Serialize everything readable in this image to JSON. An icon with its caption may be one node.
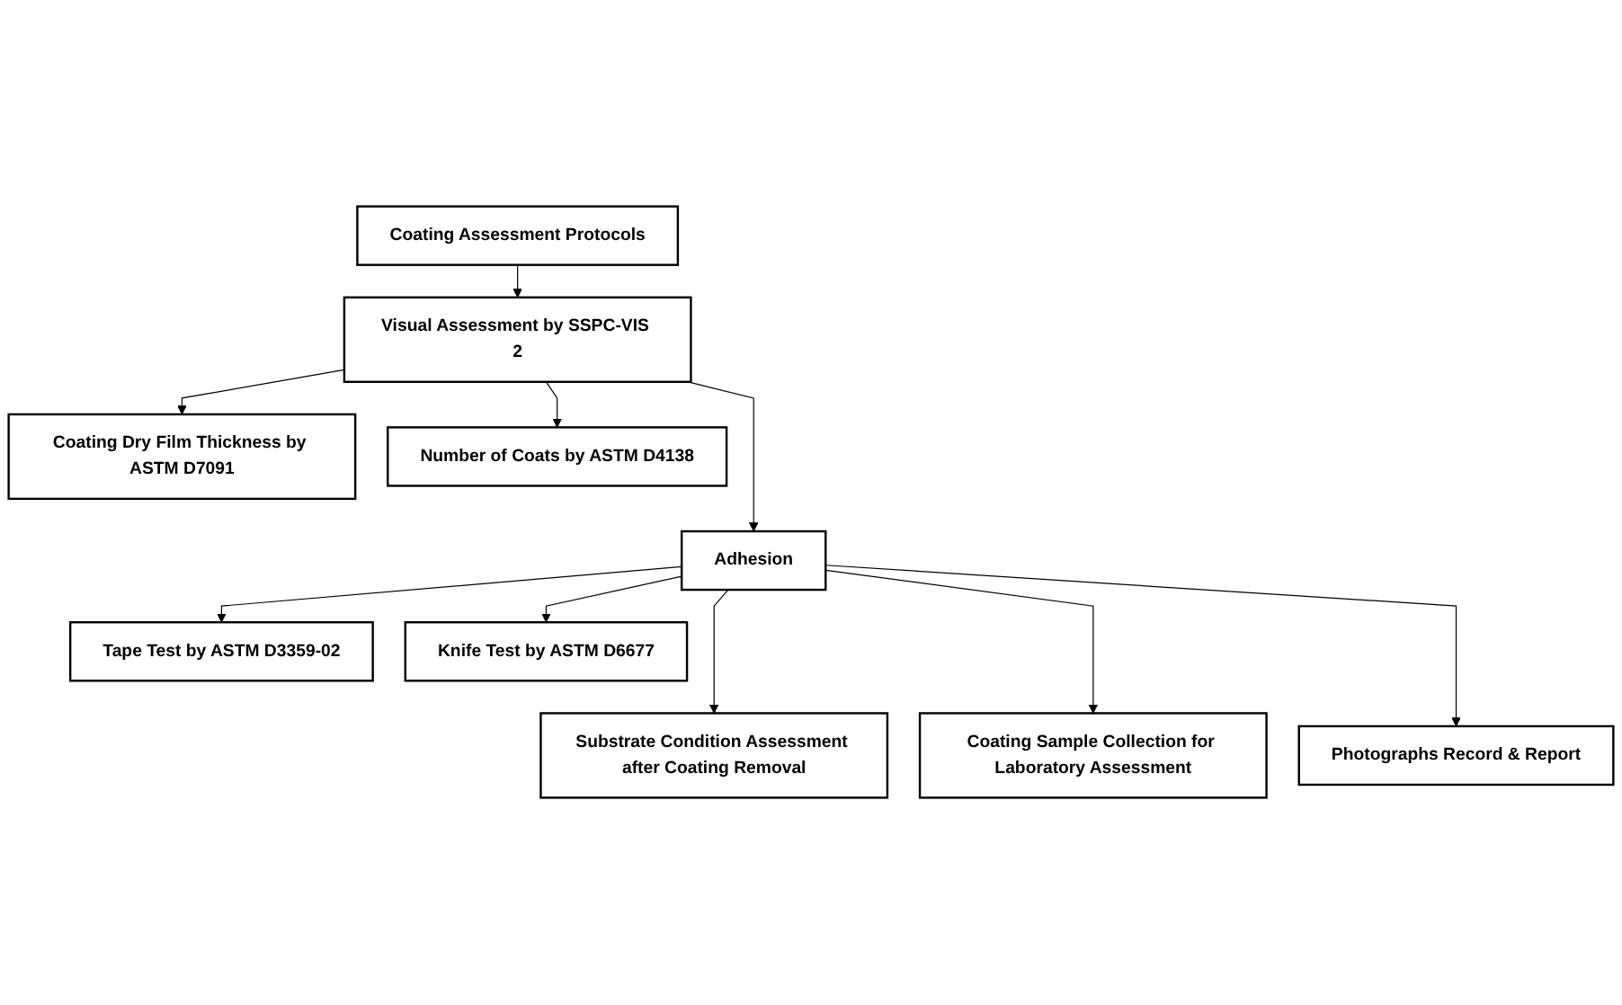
{
  "diagram": {
    "nodes": [
      {
        "text": [
          "Coating Assessment Protocols"
        ]
      },
      {
        "text": [
          "Visual Assessment by SSPC-VIS 2"
        ]
      },
      {
        "text": [
          "Coating Dry Film Thickness by ASTM D7091"
        ]
      },
      {
        "text": [
          "Adhesion"
        ]
      },
      {
        "text": [
          "Number of Coats by ASTM D4138"
        ]
      },
      {
        "text": [
          "Tape Test by ASTM D3359-02"
        ]
      },
      {
        "text": [
          "Knife Test by ASTM D6677"
        ]
      },
      {
        "text": [
          "Substrate Condition Assessment after Coating Removal"
        ]
      },
      {
        "text": [
          "Coating Sample Collection for Laboratory Assessment"
        ]
      },
      {
        "text": [
          "Photographs Record & Report"
        ]
      }
    ],
    "edges": [
      {
        "from": 0,
        "to": 1,
        "arrow": "to"
      },
      {
        "from": 1,
        "to": 2,
        "arrow": "to"
      },
      {
        "from": 1,
        "to": 3,
        "arrow": "to"
      },
      {
        "from": 1,
        "to": 4,
        "arrow": "to"
      },
      {
        "from": 3,
        "to": 5,
        "arrow": "to"
      },
      {
        "from": 3,
        "to": 6,
        "arrow": "to"
      },
      {
        "from": 3,
        "to": 7,
        "arrow": "to"
      },
      {
        "from": 3,
        "to": 8,
        "arrow": "to"
      },
      {
        "from": 3,
        "to": 9,
        "arrow": "to"
      }
    ]
  }
}
